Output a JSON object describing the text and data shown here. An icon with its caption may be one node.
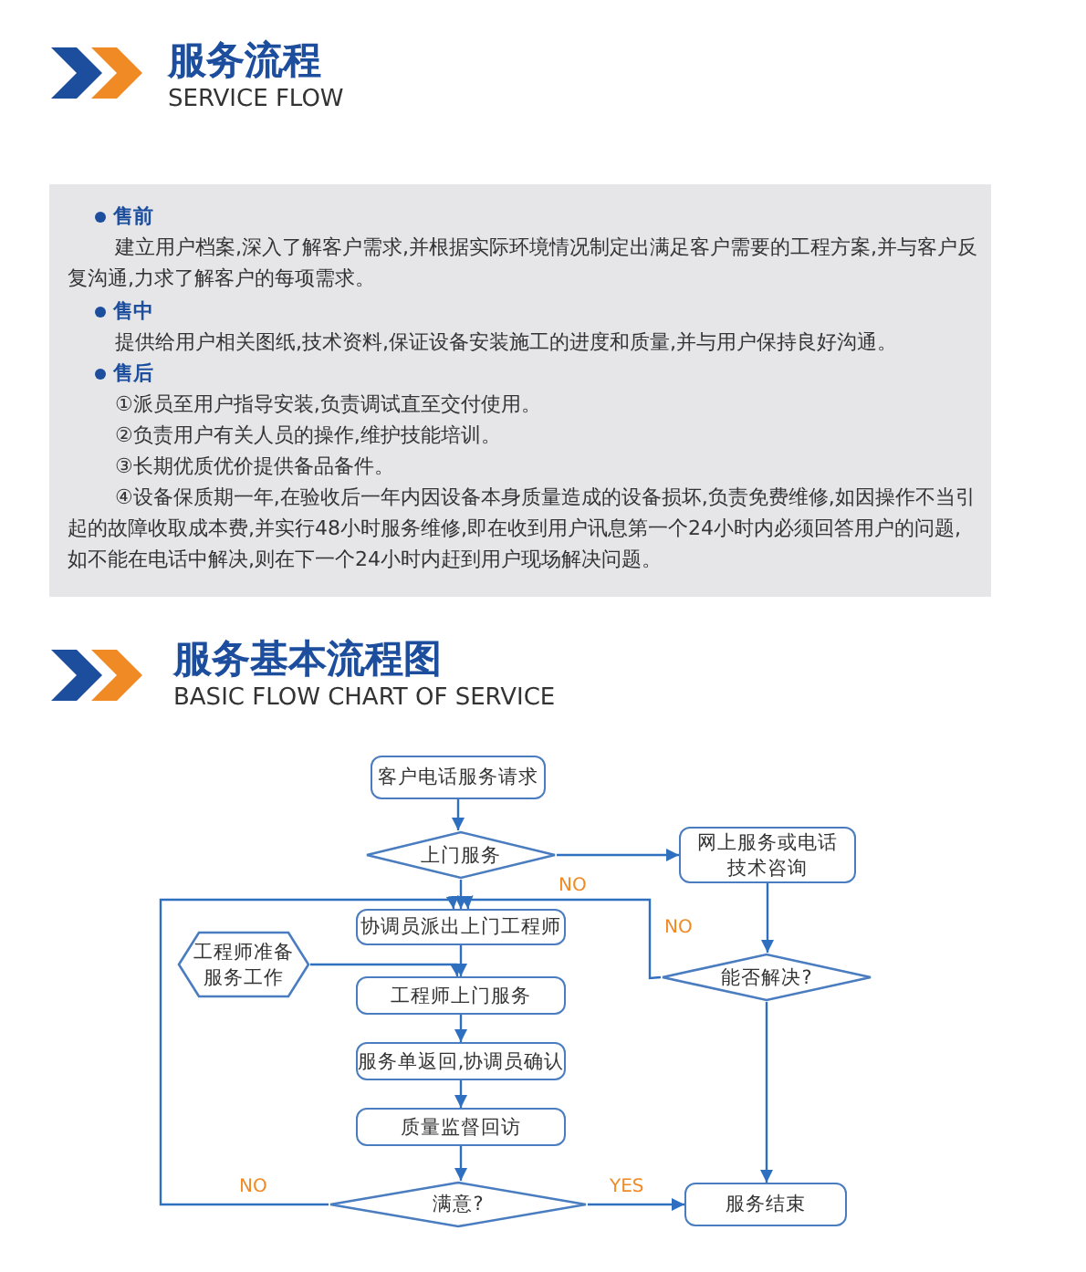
{
  "diagram": {
    "nodes": [
      {
        "text": [
          "客户电话服务请求"
        ]
      },
      {
        "text": [
          "上门服务"
        ]
      },
      {
        "text": [
          "网上服务或电话技术咨询"
        ]
      },
      {
        "text": [
          "能否解决?"
        ]
      },
      {
        "text": [
          "协调员派出上门工程师"
        ]
      },
      {
        "text": [
          "工程师准备服务工作"
        ]
      },
      {
        "text": [
          "工程师上门服务"
        ]
      },
      {
        "text": [
          "服务单返回,协调员确认"
        ]
      },
      {
        "text": [
          "质量监督回访"
        ]
      },
      {
        "text": [
          "满意?"
        ]
      },
      {
        "text": [
          "服务结束"
        ]
      }
    ],
    "edges": [
      {
        "from": 0,
        "to": 1,
        "arrow": "to"
      },
      {
        "from": 1,
        "to": 2,
        "arrow": "to"
      },
      {
        "from": 2,
        "to": 3,
        "arrow": "to"
      },
      {
        "from": 3,
        "to": 4,
        "arrow": "to",
        "label": "NO"
      },
      {
        "from": 1,
        "to": 4,
        "arrow": "to"
      },
      {
        "from": 9,
        "to": 4,
        "arrow": "to",
        "label": "NO"
      },
      {
        "from": 4,
        "to": 6,
        "arrow": "to"
      },
      {
        "from": 5,
        "to": 6,
        "arrow": "to"
      },
      {
        "from": 6,
        "to": 7,
        "arrow": "to"
      },
      {
        "from": 7,
        "to": 8,
        "arrow": "to"
      },
      {
        "from": 8,
        "to": 9,
        "arrow": "to"
      },
      {
        "from": 9,
        "to": 10,
        "arrow": "to",
        "label": "YES"
      },
      {
        "from": 3,
        "to": 10,
        "arrow": "to"
      }
    ],
    "labels": [
      "服务流程",
      "SERVICE FLOW",
      "售前",
      "建立用户档案,深入了解客户需求,并根据实际环境情况制定出满足客户需要的工程方案,并与客户反复沟通,力求了解客户的每项需求。",
      "售中",
      "提供给用户相关图纸,技术资料,保证设备安装施工的进度和质量,并与用户保持良好沟通。",
      "售后",
      "①派员至用户指导安装,负责调试直至交付使用。",
      "②负责用户有关人员的操作,维护技能培训。",
      "③长期优质优价提供备品备件。",
      "④设备保质期一年,在验收后一年内因设备本身质量造成的设备损坏,负责免费维修,如因操作不当引起的故障收取成本费,并实行48小时服务维修,即在收到用户讯息第一个24小时内必须回答用户的问题,如不能在电话中解决,则在下一个24小时内赶到用户现场解决问题。",
      "服务基本流程图",
      "BASIC FLOW CHART OF SERVICE",
      "NO"
    ]
  }
}
